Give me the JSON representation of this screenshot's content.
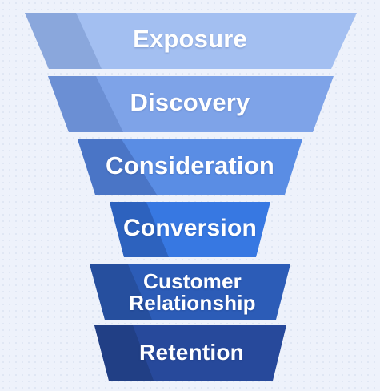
{
  "funnel": {
    "stages": [
      {
        "label": "Exposure",
        "color": "#a3bff1",
        "shade": "#8aa7dc"
      },
      {
        "label": "Discovery",
        "color": "#7ea3e8",
        "shade": "#6b8fd4"
      },
      {
        "label": "Consideration",
        "color": "#5a8de4",
        "shade": "#4a75c6"
      },
      {
        "label": "Conversion",
        "color": "#3778e2",
        "shade": "#2d62be"
      },
      {
        "label_lines": [
          "Customer",
          "Relationship"
        ],
        "color": "#2c5cb7",
        "shade": "#264f9e"
      },
      {
        "label": "Retention",
        "color": "#27499b",
        "shade": "#213f85"
      }
    ]
  }
}
